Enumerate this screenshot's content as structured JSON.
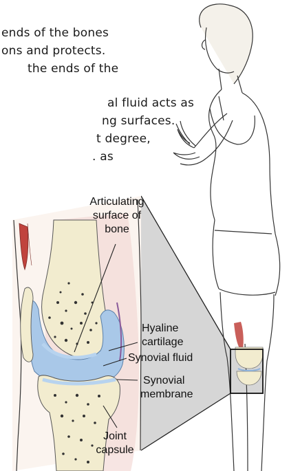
{
  "body_text": {
    "lines": [
      "ends of the bones",
      "ons and protects.",
      "the ends of the",
      "al fluid acts as",
      "ng surfaces.",
      "t degree,",
      ". as"
    ]
  },
  "labels": {
    "articulating_surface": [
      "Articulating",
      "surface of",
      "bone"
    ],
    "hyaline_cartilage": [
      "Hyaline",
      "cartilage"
    ],
    "synovial_fluid": [
      "Synovial fluid"
    ],
    "synovial_membrane": [
      "Synovial",
      "membrane"
    ],
    "joint_capsule": [
      "Joint",
      "capsule"
    ]
  },
  "colors": {
    "synovial_fluid": "#a9c8e8",
    "bone": "#f2eccf",
    "muscle": "#c0433d",
    "capsule": "#f1d3d0",
    "callout": "#cfcfcf"
  }
}
